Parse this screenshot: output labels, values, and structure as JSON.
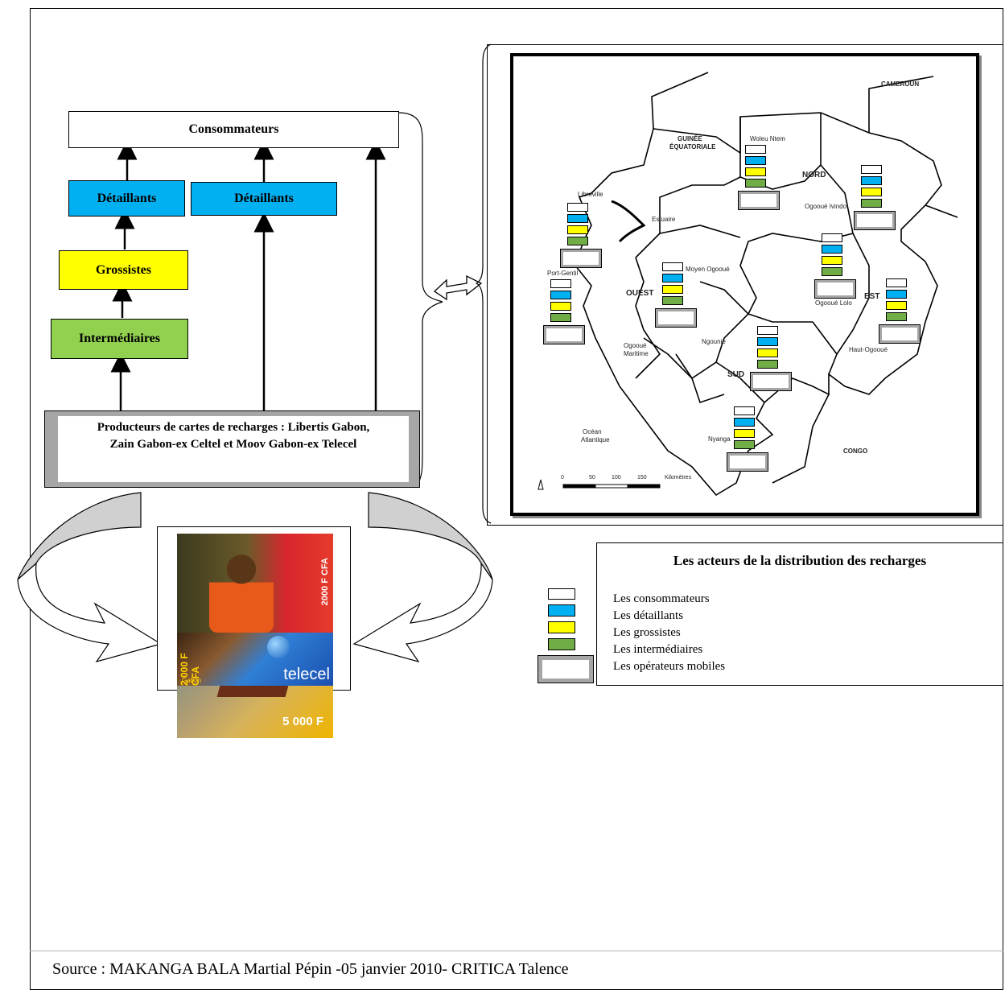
{
  "flow": {
    "consumers": "Consommateurs",
    "retailers_left": "Détaillants",
    "retailers_right": "Détaillants",
    "wholesalers": "Grossistes",
    "intermediaries": "Intermédiaires",
    "producers_line1": "Producteurs de cartes de recharges : Libertis Gabon,",
    "producers_line2": "Zain Gabon-ex Celtel et Moov Gabon-ex Telecel"
  },
  "cards": {
    "card1_price": "2000 F CFA",
    "card2_price": "5 000 F",
    "card3_price": "2 000 F CFA",
    "card3_brand": "telecel",
    "card3_sub": "Gabon"
  },
  "map": {
    "country_north": "CAMEROUN",
    "country_nw_1": "GUINÉE",
    "country_nw_2": "ÉQUATORIALE",
    "country_south": "CONGO",
    "ocean_1": "Océan",
    "ocean_2": "Atlantique",
    "region_nord": "NORD",
    "region_ouest": "OUEST",
    "region_est": "EST",
    "region_sud": "SUD",
    "prov_woleu": "Woleu Ntem",
    "prov_ogooue_ivindo": "Ogooué Ivindo",
    "prov_estuaire": "Estuaire",
    "prov_libreville": "Libreville",
    "prov_port_gentil": "Port-Gentil",
    "prov_moyen_ogooue": "Moyen Ogooué",
    "prov_ogooue_lolo": "Ogooué Lolo",
    "prov_haut_ogooue": "Haut-Ogooué",
    "prov_ngounie": "Ngounié",
    "prov_ogooue_maritime_1": "Ogooué",
    "prov_ogooue_maritime_2": "Maritime",
    "prov_nyanga": "Nyanga",
    "scale_0": "0",
    "scale_50": "50",
    "scale_100": "100",
    "scale_150": "150",
    "scale_unit": "Kilomètres"
  },
  "legend": {
    "title": "Les acteurs de la distribution des recharges",
    "items": [
      {
        "label": "Les consommateurs",
        "color": "#ffffff"
      },
      {
        "label": "Les détaillants",
        "color": "#00b0f0"
      },
      {
        "label": "Les grossistes",
        "color": "#ffff00"
      },
      {
        "label": "Les intermédiaires",
        "color": "#70ad47"
      },
      {
        "label": "Les opérateurs mobiles",
        "color": "#ffffff"
      }
    ]
  },
  "colors": {
    "retailer": "#00b0f0",
    "wholesaler": "#ffff00",
    "intermediary": "#92d050",
    "producer_border": "#a6a6a6"
  },
  "source": "Source : MAKANGA BALA Martial Pépin -05 janvier 2010- CRITICA Talence"
}
